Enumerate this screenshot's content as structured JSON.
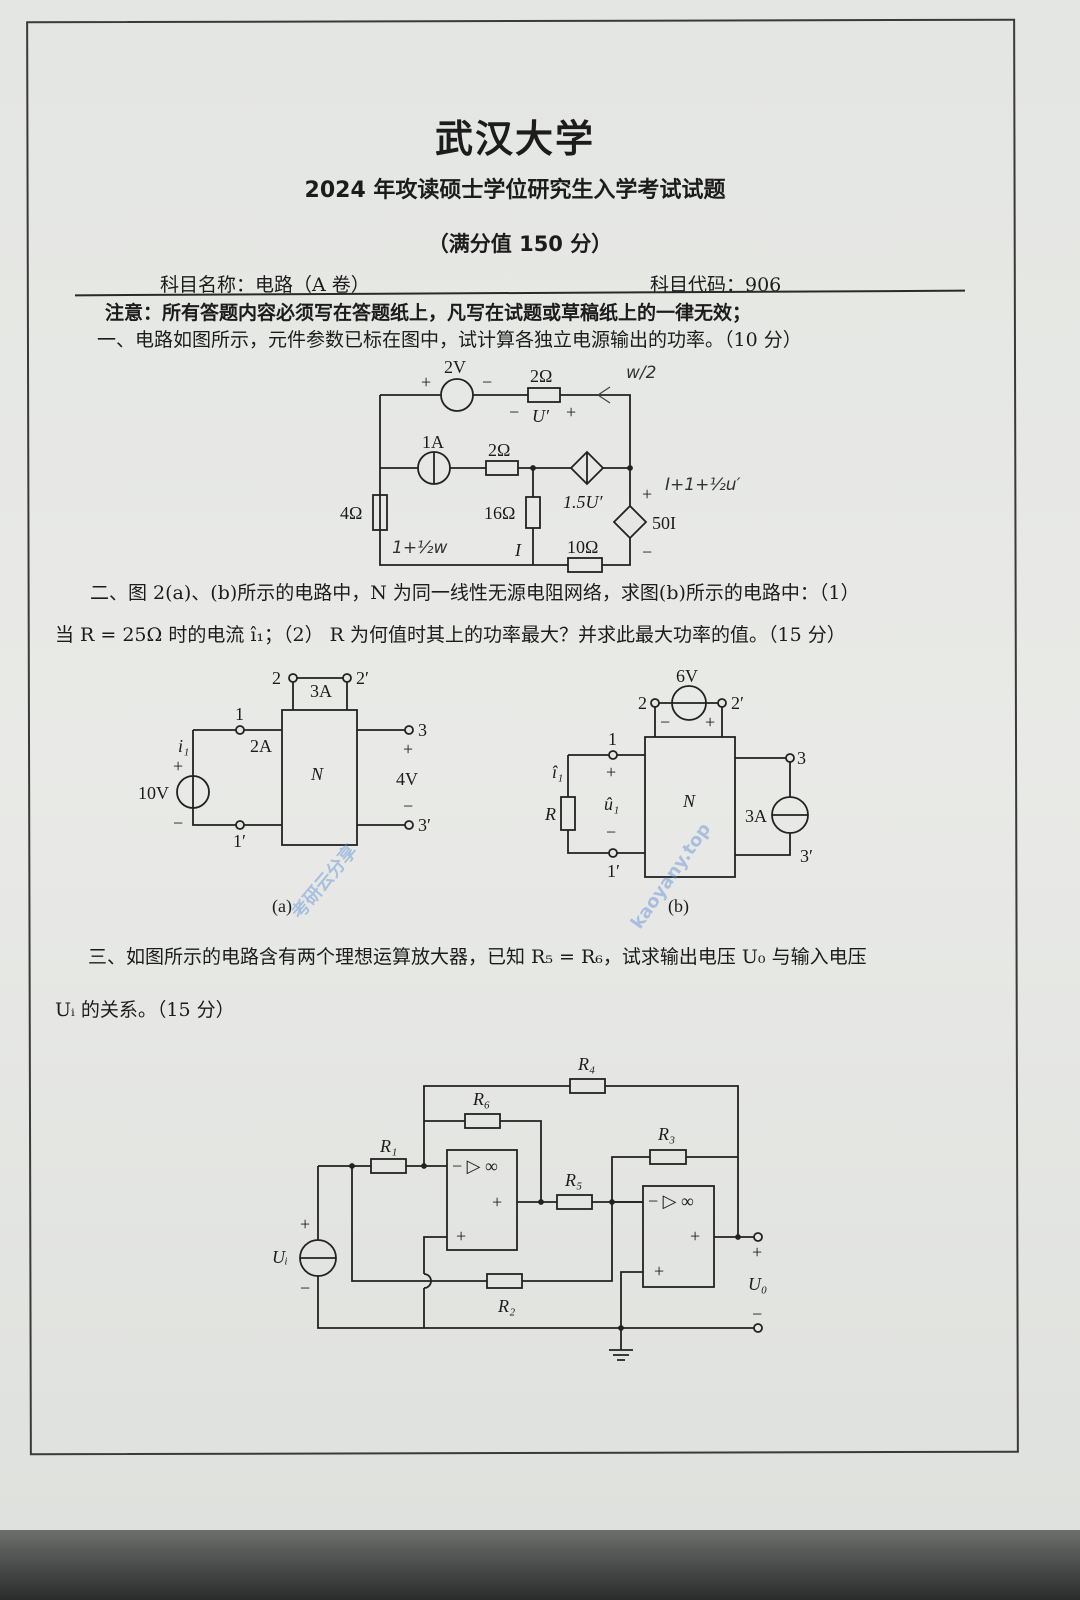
{
  "header": {
    "university": "武汉大学",
    "exam_title": "2024 年攻读硕士学位研究生入学考试试题",
    "total_score": "（满分值 150 分）",
    "subject_name": "科目名称：电路（A 卷）",
    "subject_code": "科目代码：906",
    "notice": "注意：所有答题内容必须写在答题纸上，凡写在试题或草稿纸上的一律无效；"
  },
  "q1": {
    "text": "一、电路如图所示，元件参数已标在图中，试计算各独立电源输出的功率。（10 分）",
    "labels": {
      "v_src": "2V",
      "plus": "+",
      "minus": "−",
      "r_top": "2Ω",
      "u_prime": "U′",
      "i_src": "1A",
      "r_mid": "2Ω",
      "r_left": "4Ω",
      "r_16": "16Ω",
      "dep_cur": "1.5U′",
      "dep_volt": "50I",
      "current_i": "I",
      "r_bottom": "10Ω"
    },
    "handwritten": {
      "top_right": "w/2",
      "right": "I+1+½u′",
      "left": "1+½w"
    }
  },
  "q2": {
    "text_line1": "二、图 2(a)、(b)所示的电路中，N 为同一线性无源电阻网络，求图(b)所示的电路中：（1）",
    "text_line2": "当 R = 25Ω 时的电流 î₁；（2） R 为何值时其上的功率最大？并求此最大功率的值。（15 分）",
    "fig_a": {
      "n2": "2",
      "n2p": "2′",
      "i23": "3A",
      "n1": "1",
      "n1p": "1′",
      "i1": "i₁",
      "cur": "2A",
      "vs": "10V",
      "n3": "3",
      "n3p": "3′",
      "v3": "4V",
      "net": "N",
      "caption": "(a)",
      "plus": "+",
      "minus": "−"
    },
    "fig_b": {
      "n2": "2",
      "n2p": "2′",
      "vs": "6V",
      "n1": "1",
      "n1p": "1′",
      "i1": "î₁",
      "u1": "û₁",
      "r": "R",
      "net": "N",
      "n3": "3",
      "n3p": "3′",
      "is": "3A",
      "caption": "(b)",
      "plus": "+",
      "minus": "−"
    }
  },
  "q3": {
    "text_line1": "三、如图所示的电路含有两个理想运算放大器，已知 R₅ = R₆，试求输出电压 U₀ 与输入电压",
    "text_line2": "Uᵢ 的关系。（15 分）",
    "labels": {
      "r1": "R₁",
      "r2": "R₂",
      "r3": "R₃",
      "r4": "R₄",
      "r5": "R₅",
      "r6": "R₆",
      "opamp": "− ▷ ∞",
      "plus": "+",
      "minus": "−",
      "ui": "Uᵢ",
      "uo": "U₀"
    }
  },
  "watermark": {
    "cn": "考研云分享",
    "url": "kaoyany.top"
  }
}
